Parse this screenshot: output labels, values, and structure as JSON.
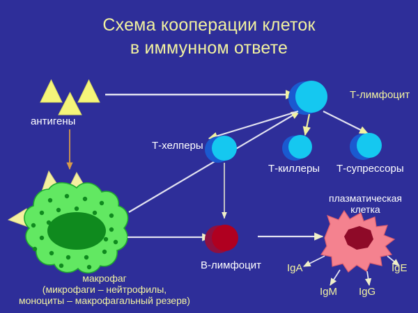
{
  "page": {
    "background_color": "#2e2e99",
    "title_line1": "Схема кооперации клеток",
    "title_line2": "в иммунном ответе"
  },
  "colors": {
    "background": "#2e2e99",
    "title_text": "#f2f2a0",
    "white_text": "#ffffff",
    "antigen_triangle": "#f5f57a",
    "lymphocyte_cyan": "#15c8f0",
    "lymphocyte_crescent": "#1a5ad0",
    "macrophage_body": "#62e862",
    "macrophage_nucleus": "#0f8a1e",
    "b_lymphocyte": "#b00020",
    "b_lymphocyte_crescent": "#8e1040",
    "plasma_body": "#f4828f",
    "plasma_nucleus": "#8e0a28",
    "arrow_white": "#e2e2f0",
    "arrow_yellow": "#f2f2a0",
    "arrow_orange": "#d79a4a"
  },
  "labels": {
    "antigens": "антигены",
    "t_lymphocyte": "Т-лимфоцит",
    "t_helpers": "Т-хелперы",
    "t_killers": "Т-киллеры",
    "t_suppressors": "Т-супрессоры",
    "b_lymphocyte": "В-лимфоцит",
    "plasma_cell_line1": "плазматическая",
    "plasma_cell_line2": "клетка",
    "macrophage_line1": "макрофаг",
    "macrophage_line2": "(микрофаги – нейтрофилы,",
    "macrophage_line3": "моноциты – макрофагальный резерв)"
  },
  "antibodies": {
    "iga": "IgA",
    "igm": "IgM",
    "igg": "IgG",
    "ige": "IgE"
  },
  "diagram": {
    "nodes": [
      {
        "id": "antigens",
        "kind": "triangles",
        "count": 3,
        "label": "антигены"
      },
      {
        "id": "t-lymphocyte",
        "kind": "cell-cyan",
        "label": "Т-лимфоцит"
      },
      {
        "id": "t-helpers",
        "kind": "cell-cyan",
        "label": "Т-хелперы"
      },
      {
        "id": "t-killers",
        "kind": "cell-cyan",
        "label": "Т-киллеры"
      },
      {
        "id": "t-suppressors",
        "kind": "cell-cyan",
        "label": "Т-супрессоры"
      },
      {
        "id": "macrophage",
        "kind": "cell-green-amoeboid",
        "label": "макрофаг"
      },
      {
        "id": "b-lymphocyte",
        "kind": "cell-dark-red",
        "label": "В-лимфоцит"
      },
      {
        "id": "plasma-cell",
        "kind": "cell-pink-amoeboid",
        "label": "плазматическая клетка"
      }
    ],
    "edges": [
      {
        "from": "antigens",
        "to": "t-lymphocyte",
        "style": "white-arrow"
      },
      {
        "from": "antigens",
        "to": "macrophage",
        "style": "orange-arrow"
      },
      {
        "from": "t-lymphocyte",
        "to": "t-helpers",
        "style": "white-arrow"
      },
      {
        "from": "t-lymphocyte",
        "to": "t-killers",
        "style": "yellow-arrow"
      },
      {
        "from": "t-lymphocyte",
        "to": "t-suppressors",
        "style": "white-arrow"
      },
      {
        "from": "macrophage",
        "to": "t-lymphocyte",
        "style": "white-arrow"
      },
      {
        "from": "t-helpers",
        "to": "b-lymphocyte",
        "style": "thin-arrow"
      },
      {
        "from": "macrophage",
        "to": "b-lymphocyte",
        "style": "white-arrow"
      },
      {
        "from": "b-lymphocyte",
        "to": "plasma-cell",
        "style": "white-arrow"
      },
      {
        "from": "plasma-cell",
        "to": "IgA",
        "style": "white-arrow"
      },
      {
        "from": "plasma-cell",
        "to": "IgM",
        "style": "white-arrow"
      },
      {
        "from": "plasma-cell",
        "to": "IgG",
        "style": "white-arrow"
      },
      {
        "from": "plasma-cell",
        "to": "IgE",
        "style": "white-arrow"
      }
    ]
  }
}
